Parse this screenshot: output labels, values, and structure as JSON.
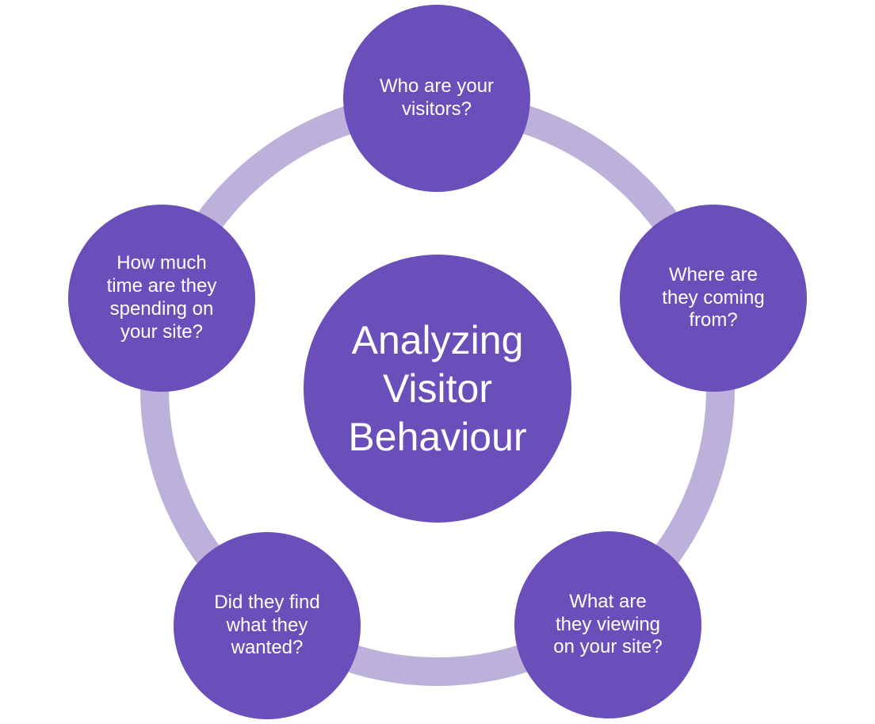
{
  "diagram": {
    "center": {
      "label": "Analyzing\nVisitor\nBehaviour"
    },
    "nodes": [
      {
        "label": "Who are your\nvisitors?"
      },
      {
        "label": "Where are\nthey coming\nfrom?"
      },
      {
        "label": "What are\nthey viewing\non your site?"
      },
      {
        "label": "Did they find\nwhat they\nwanted?"
      },
      {
        "label": "How much\ntime are they\nspending on\nyour site?"
      }
    ],
    "colors": {
      "node_fill": "#6a4fbb",
      "ring": "#bbb1db",
      "text": "#ffffff"
    }
  }
}
